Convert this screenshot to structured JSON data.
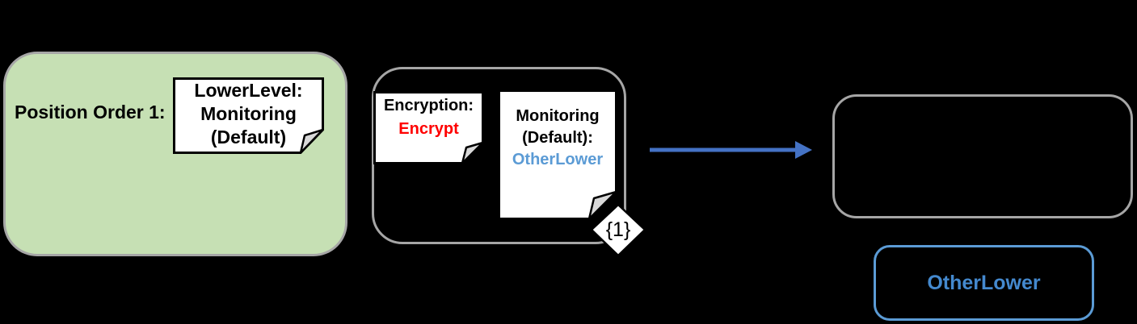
{
  "colors": {
    "background": "#000000",
    "green_container_fill": "#c6e0b4",
    "gray_container_border": "#a6a6a6",
    "note_fill": "#ffffff",
    "note_border": "#000000",
    "fold_gray": "#d9d9d9",
    "encrypt_red": "#ff0000",
    "otherlower_lightblue": "#5b9bd5",
    "arrow_blue": "#4472c4",
    "result_box_border_blue": "#5b9bd5",
    "result_text_blue": "#4489ce"
  },
  "position_group": {
    "label": "Position Order 1:",
    "note_lines": [
      "LowerLevel:",
      "Monitoring",
      "(Default)"
    ]
  },
  "policy_group": {
    "encryption_note_lines": [
      "Encryption:",
      "Encrypt"
    ],
    "monitoring_note_lines": [
      "Monitoring",
      "(Default):",
      "OtherLower"
    ],
    "multiplicity_badge": "{1}"
  },
  "result_group": {
    "label": "OtherLower"
  }
}
